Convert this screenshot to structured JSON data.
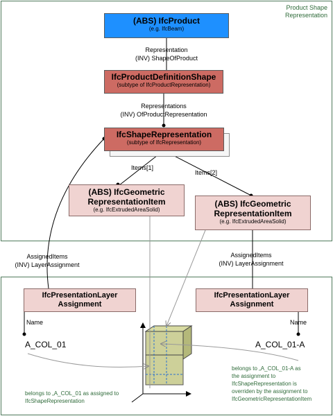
{
  "regions": {
    "product_shape_label": "Product Shape\nRepresentation"
  },
  "nodes": {
    "ifc_product": {
      "title": "(ABS) IfcProduct",
      "subtitle": "(e.g. IfcBeam)"
    },
    "product_definition_shape": {
      "title": "IfcProductDefinitionShape",
      "subtitle": "(subtype of IfcProductRepresentation)"
    },
    "shape_representation": {
      "title": "IfcShapeRepresentation",
      "subtitle": "(subtype of IfcRepresentation)"
    },
    "geom_item_1": {
      "title": "(ABS) IfcGeometric\nRepresentationItem",
      "subtitle": "(e.g. IfcExtrudedAreaSolid)"
    },
    "geom_item_2": {
      "title": "(ABS) IfcGeometric\nRepresentationItem",
      "subtitle": "(e.g. IfcExtrudedAreaSolid)"
    },
    "layer_left": {
      "title": "IfcPresentationLayer\nAssignment"
    },
    "layer_right": {
      "title": "IfcPresentationLayer\nAssignment"
    }
  },
  "edge_labels": {
    "representation": "Representation\n(INV) ShapeOfProduct",
    "representations": "Representations\n(INV) OfProductRepresentation",
    "items1": "Items[1]",
    "items2": "Items[2]",
    "assigned_left": "AssignedItems\n(INV) LayerAssignment",
    "assigned_right": "AssignedItems\n(INV) LayerAssignment",
    "name_left": "Name",
    "name_right": "Name"
  },
  "attributes": {
    "left_value": "A_COL_01",
    "right_value": "A_COL_01-A"
  },
  "notes": {
    "left": "belongs to „A_COL_01 as assigned to\nIfcShapeRepresentation",
    "right": "belongs to „A_COL_01-A as\nthe assignment to\nIfcShapeRepresentation is\noverriden by the assignment to\nIfcGeometricRepresentationItem"
  },
  "colors": {
    "abstract_product": "#1e90ff",
    "entity": "#cd6b63",
    "item": "#f0d3d1",
    "region_border": "#4f7a5c",
    "note_text": "#2f6b3a",
    "solid": "#c8cc8e"
  }
}
